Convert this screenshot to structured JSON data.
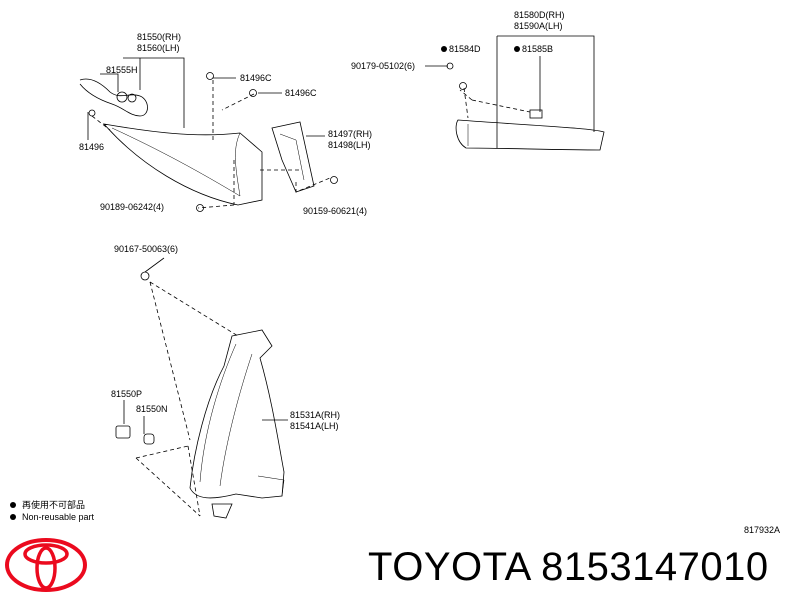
{
  "parts": {
    "p81550_rh": "81550(RH)",
    "p81560_lh": "81560(LH)",
    "p81555h": "81555H",
    "p81496c_a": "81496C",
    "p81496c_b": "81496C",
    "p81496": "81496",
    "p81497_rh": "81497(RH)",
    "p81498_lh": "81498(LH)",
    "p90189": "90189-06242(4)",
    "p90159": "90159-60621(4)",
    "p81580d_rh": "81580D(RH)",
    "p81590a_lh": "81590A(LH)",
    "p81584d": "81584D",
    "p81585b": "81585B",
    "p90179": "90179-05102(6)",
    "p90167": "90167-50063(6)",
    "p81550p": "81550P",
    "p81550n": "81550N",
    "p81531a_rh": "81531A(RH)",
    "p81541a_lh": "81541A(LH)"
  },
  "legend": {
    "japanese": "再使用不可部品",
    "english": "Non-reusable part"
  },
  "figure_code": "817932A",
  "brand_text": "TOYOTA 8153147010",
  "colors": {
    "line": "#000000",
    "logo": "#eb0a1e",
    "background": "#ffffff"
  }
}
